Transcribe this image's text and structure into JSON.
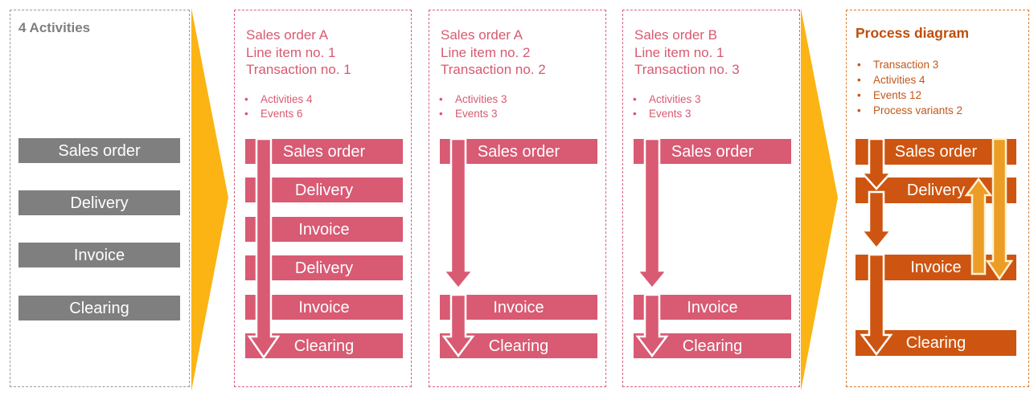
{
  "panel1": {
    "title": "4 Activities",
    "bars": [
      "Sales order",
      "Delivery",
      "Invoice",
      "Clearing"
    ]
  },
  "panel2": {
    "title_lines": [
      "Sales order A",
      "Line item no. 1",
      "Transaction no. 1"
    ],
    "bullets": [
      "Activities 4",
      "Events 6"
    ],
    "bars": [
      "Sales order",
      "Delivery",
      "Invoice",
      "Delivery",
      "Invoice",
      "Clearing"
    ]
  },
  "panel3": {
    "title_lines": [
      "Sales order A",
      "Line item no. 2",
      "Transaction no. 2"
    ],
    "bullets": [
      "Activities 3",
      "Events 3"
    ],
    "bars": [
      "Sales order",
      "Invoice",
      "Clearing"
    ]
  },
  "panel4": {
    "title_lines": [
      "Sales order B",
      "Line item no. 1",
      "Transaction no. 3"
    ],
    "bullets": [
      "Activities 3",
      "Events 3"
    ],
    "bars": [
      "Sales order",
      "Invoice",
      "Clearing"
    ]
  },
  "panel5": {
    "title": "Process diagram",
    "bullets": [
      "Transaction 3",
      "Activities 4",
      "Events 12",
      "Process variants 2"
    ],
    "bars": [
      "Sales order",
      "Delivery",
      "Invoice",
      "Clearing"
    ]
  },
  "colors": {
    "gray_bar": "#7f7f7f",
    "pink": "#d85a73",
    "dark_orange_bar": "#cd5511",
    "orange_title": "#bf4e0c",
    "gold_transition_arrow": "#fbb414",
    "amber_variant_arrow": "#ec9d26"
  }
}
